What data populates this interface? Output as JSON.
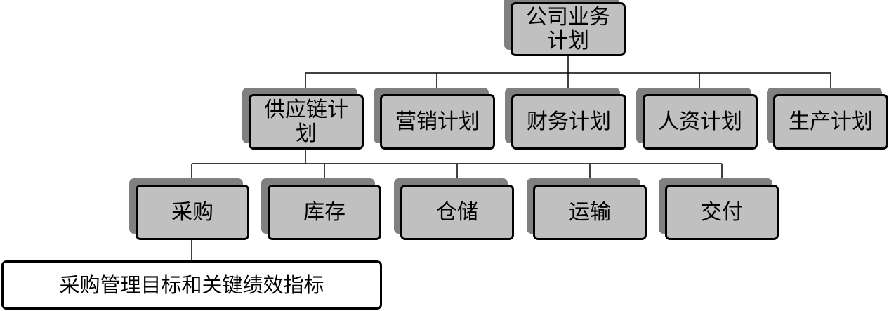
{
  "diagram": {
    "root": {
      "label": "公司业务计划"
    },
    "plans": [
      {
        "label": "供应链计划"
      },
      {
        "label": "营销计划"
      },
      {
        "label": "财务计划"
      },
      {
        "label": "人资计划"
      },
      {
        "label": "生产计划"
      }
    ],
    "supply_chain_functions": [
      {
        "label": "采购"
      },
      {
        "label": "库存"
      },
      {
        "label": "仓储"
      },
      {
        "label": "运输"
      },
      {
        "label": "交付"
      }
    ],
    "purchasing_detail": {
      "label": "采购管理目标和关键绩效指标"
    },
    "colors": {
      "box_fill": "#c0c0c0",
      "box_shadow": "#808080",
      "border": "#000000",
      "detail_fill": "#ffffff"
    }
  }
}
